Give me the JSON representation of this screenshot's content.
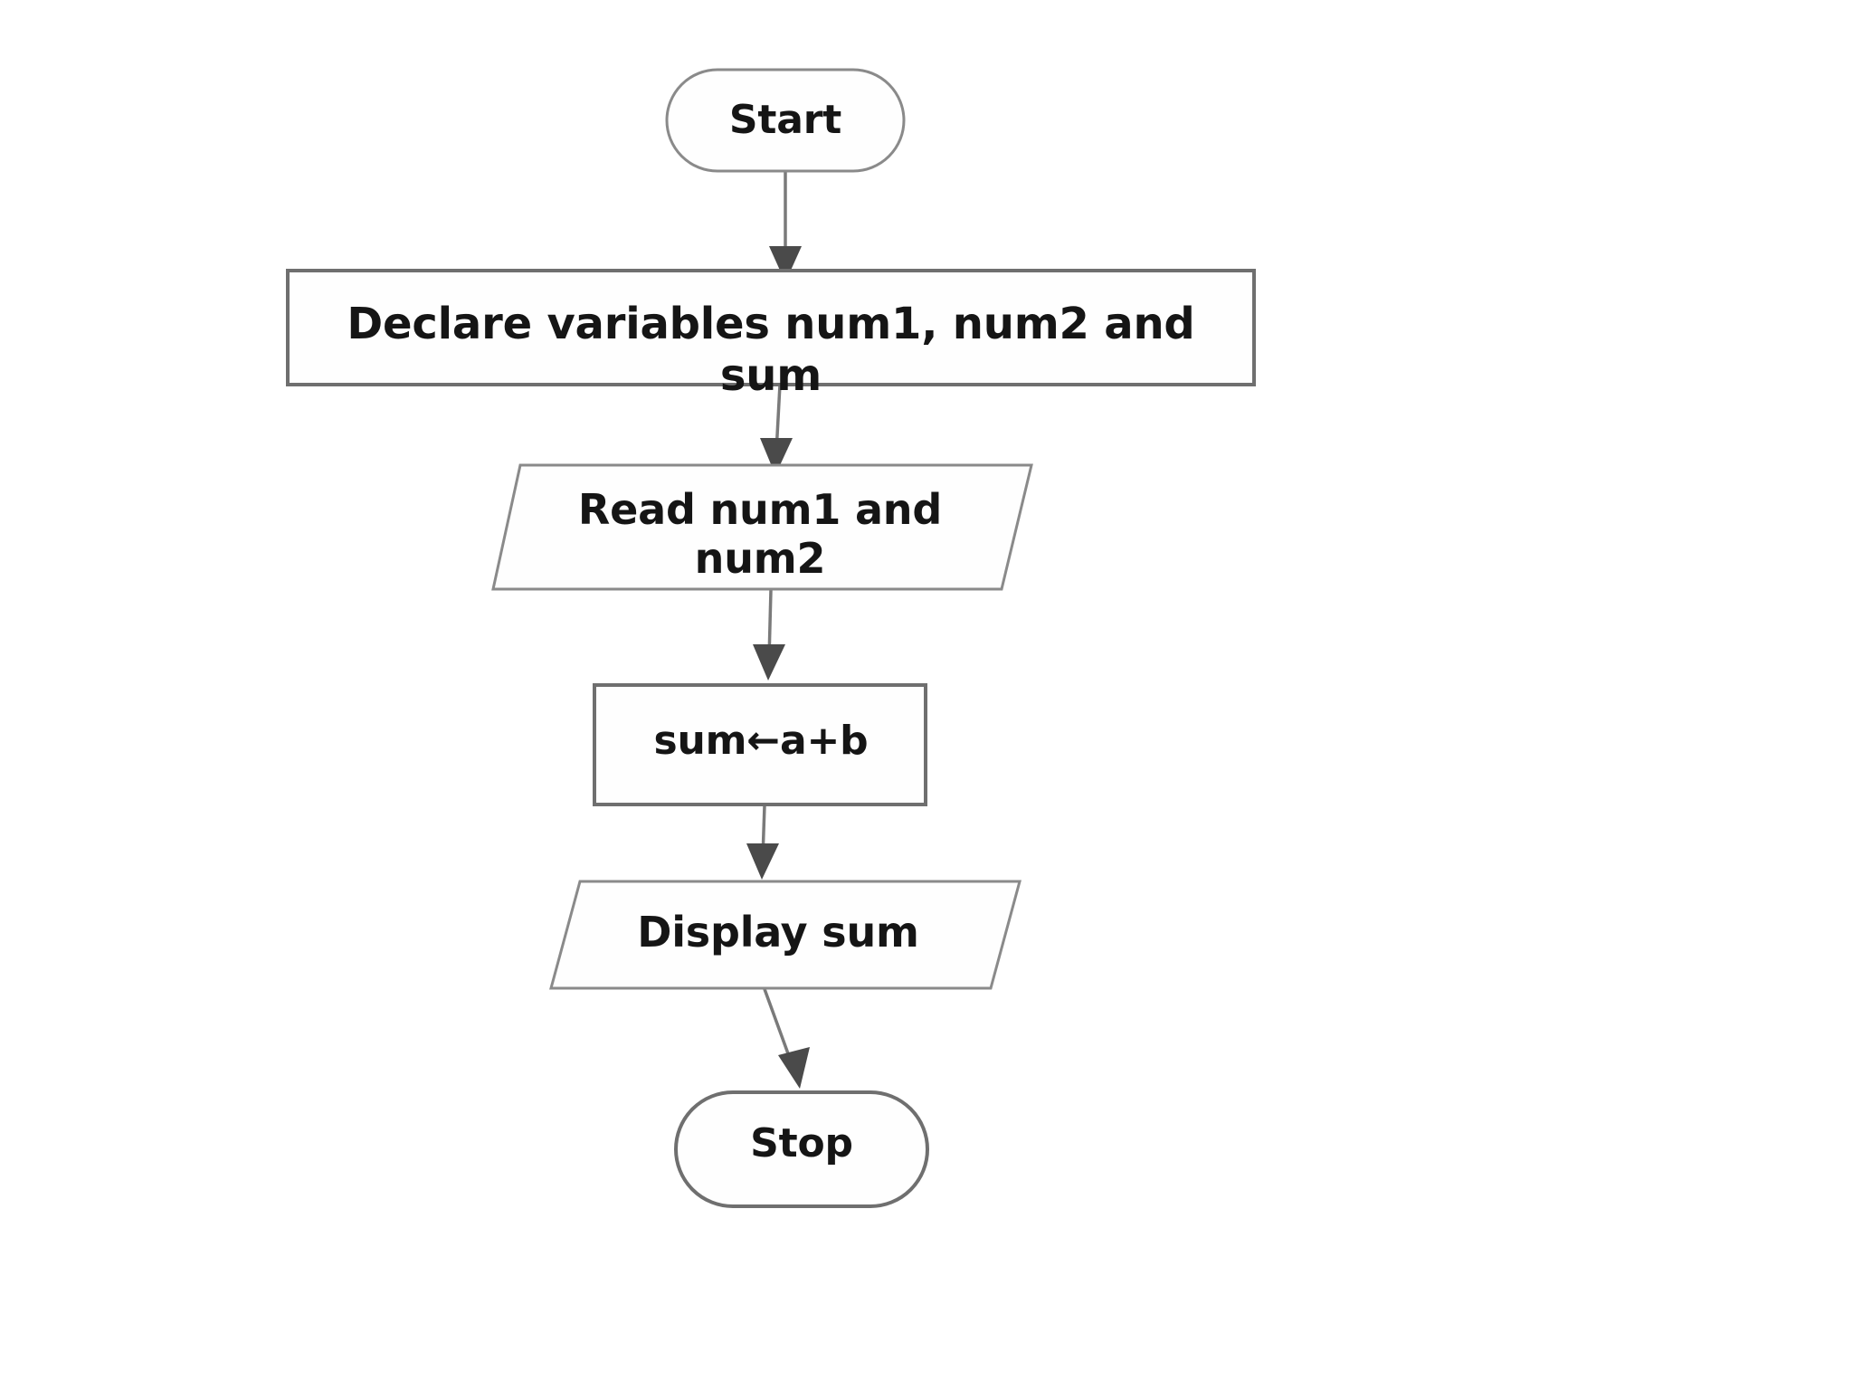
{
  "diagram": {
    "title": "Flowchart: add two numbers",
    "background_color": "#ffffff",
    "shape_stroke_color": "#8a8a8a",
    "connector_color": "#7a7a7a",
    "text_color": "#151515",
    "nodes": [
      {
        "id": "start",
        "shape": "terminator",
        "label": "Start"
      },
      {
        "id": "declare",
        "shape": "process",
        "label": "Declare variables num1, num2 and sum"
      },
      {
        "id": "read",
        "shape": "parallelogram",
        "label": "Read num1 and\nnum2"
      },
      {
        "id": "sum",
        "shape": "process",
        "label": "sum←a+b"
      },
      {
        "id": "display",
        "shape": "parallelogram",
        "label": "Display sum"
      },
      {
        "id": "stop",
        "shape": "terminator",
        "label": "Stop"
      }
    ],
    "connectors": [
      {
        "id": "start-to-declare",
        "from": "start",
        "to": "declare",
        "arrow": "down"
      },
      {
        "id": "declare-to-read",
        "from": "declare",
        "to": "read",
        "arrow": "down"
      },
      {
        "id": "read-to-sum",
        "from": "read",
        "to": "sum",
        "arrow": "down"
      },
      {
        "id": "sum-to-display",
        "from": "sum",
        "to": "display",
        "arrow": "down"
      },
      {
        "id": "display-to-stop",
        "from": "display",
        "to": "stop",
        "arrow": "down"
      }
    ]
  }
}
